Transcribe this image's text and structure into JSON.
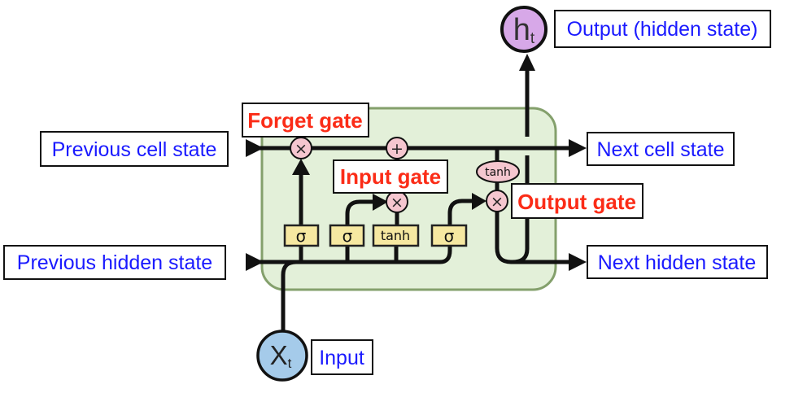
{
  "colors": {
    "cell_fill": "#e3f0d9",
    "cell_stroke": "#84a06c",
    "gate_fill": "#f6e8a1",
    "op_fill": "#f5c6cf",
    "hidden_node_fill": "#d7a8e8",
    "input_node_fill": "#a5cbea",
    "label_blue": "#1a1aff",
    "label_red": "#fb2c17",
    "line": "#111111"
  },
  "labels": {
    "prev_cell": "Previous cell state",
    "prev_hidden": "Previous hidden state",
    "next_cell": "Next cell state",
    "next_hidden": "Next hidden state",
    "output": "Output (hidden state)",
    "input": "Input",
    "forget_gate": "Forget gate",
    "input_gate": "Input gate",
    "output_gate": "Output gate"
  },
  "nodes": {
    "hidden_symbol": "h",
    "hidden_sub": "t",
    "input_symbol": "X",
    "input_sub": "t",
    "forget_op": "×",
    "add_op": "+",
    "input_op": "×",
    "output_op": "×",
    "cell_tanh": "tanh",
    "gate_sigma1": "σ",
    "gate_sigma2": "σ",
    "gate_tanh": "tanh",
    "gate_sigma3": "σ"
  }
}
